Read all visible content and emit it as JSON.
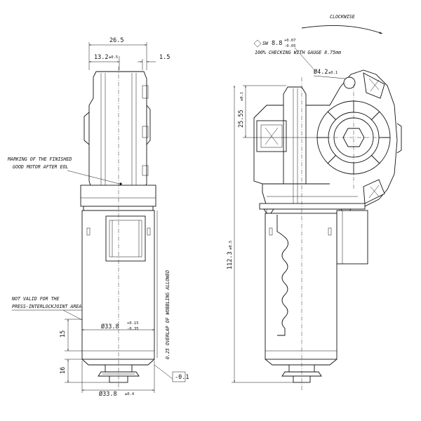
{
  "drawing": {
    "rotation": {
      "label": "CLOCKWISE"
    },
    "left_view": {
      "dim_top_width": "26.5",
      "dim_gear_width": "13.2",
      "dim_gear_width_tol": "±0.5",
      "dim_flange": "1.5",
      "dim_diameter_a": "Ø33.8",
      "dim_diameter_a_tol_upper": "+0.15",
      "dim_diameter_a_tol_lower": "-0.35",
      "dim_diameter_b": "Ø33.8",
      "dim_diameter_b_tol": "±0.4",
      "dim_height_15": "15",
      "dim_height_16": "16",
      "dim_offset": "-0.1",
      "note_wobbling": "0.25 OVERLAP OF WOBBLING ALLOWED",
      "note_marking_line1": "MARKING OF THE FINISHED",
      "note_marking_line2": "GOOD MOTOR AFTER EOL",
      "note_press_line1": "NOT VALID FOR THE",
      "note_press_line2": "PRESS-INTERLOCKJOINT AREA"
    },
    "right_view": {
      "gauge_symbol": "SW",
      "gauge_value": "8.8",
      "gauge_tol_upper": "+0.07",
      "gauge_tol_lower": "-0.05",
      "gauge_note": "100% CHECKING WITH GAUGE 8.75mm",
      "dim_hole": "Ø4.2",
      "dim_hole_tol": "±0.1",
      "dim_center_height": "25.55",
      "dim_center_height_tol": "±0.1",
      "dim_total_height": "112.3",
      "dim_total_height_tol": "±0.5"
    }
  }
}
